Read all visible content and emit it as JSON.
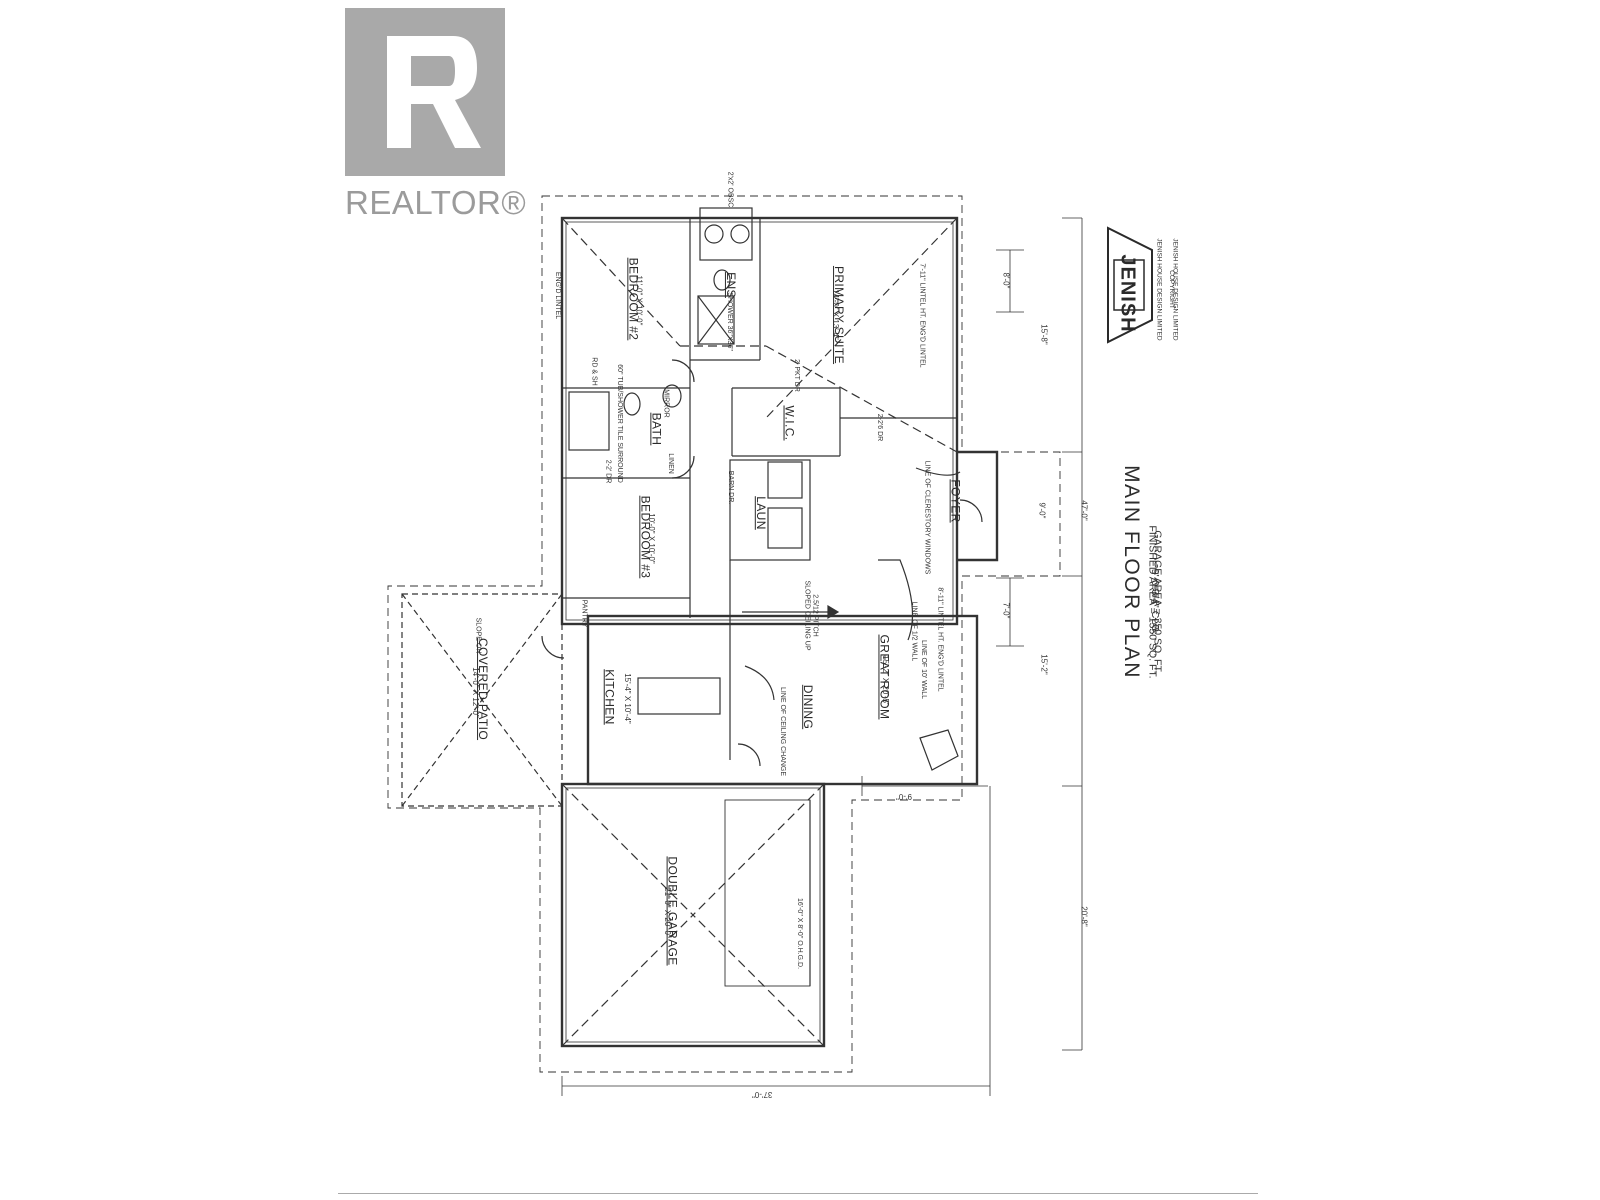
{
  "watermark": {
    "text": "REALTOR®"
  },
  "plan": {
    "title": "MAIN FLOOR PLAN",
    "areas": [
      "FINISHED AREA = 1550 SQ. FT.",
      "GARAGE AREA = 350 SQ. FT.",
      "9'-0-3/4\" CLG."
    ],
    "brand": {
      "name": "JENISH",
      "line1": "JENISH HOUSE DESIGN LIMITED",
      "line2": "COPYRIGHT",
      "line3": "JENISH HOUSE DESIGN LIMITED"
    },
    "rooms": {
      "bedroom2": {
        "name": "BEDROOM #2",
        "size": "11'-0\" X 10'-0\""
      },
      "primary": {
        "name": "PRIMARY SUITE",
        "size": "14'-0\" X 13'-4\""
      },
      "ens": {
        "name": "ENS"
      },
      "bath": {
        "name": "BATH"
      },
      "wic": {
        "name": "W.I.C."
      },
      "laun": {
        "name": "LAUN"
      },
      "foyer": {
        "name": "FOYER"
      },
      "bedroom3": {
        "name": "BEDROOM #3",
        "size": "10'-0\" X 10'-0\""
      },
      "great": {
        "name": "GREAT ROOM",
        "size": "15'-2\" X 20'-5\""
      },
      "dining": {
        "name": "DINING"
      },
      "kitchen": {
        "name": "KITCHEN",
        "size": "15'-4\" X 10'-4\""
      },
      "patio": {
        "name": "COVERED PATIO",
        "size": "14'-0\" X 12'-0\""
      },
      "garage": {
        "name": "DOUBLE GARAGE",
        "size": "21'-0\" X 20'-0\""
      }
    },
    "notes": {
      "slope": "SLOPE ON",
      "pitch": "2.5/12 PITCH",
      "sloped_ceiling": "SLOPED CEILING UP",
      "pantry": "PANTRY",
      "ceiling_change": "LINE OF CEILING CHANGE",
      "clerestory": "LINE OF CLERESTORY WINDOWS",
      "half_wall": "LINE OF 1/2 WALL",
      "tall_wall": "LINE OF 10' WALL",
      "lintel_great": "8'-11\" LINTEL HT. ENG'D LINTEL",
      "lintel_primary": "7'-11\" LINTEL HT. ENG'D LINTEL",
      "garage_door": "16'-0\" X 8'-0\" O.H.G.D.",
      "tub": "60\" TUB/SHOWER TILE SURROUND",
      "linen": "LINEN",
      "mirror": "MIRROR",
      "rd_sh": "RD & SH",
      "dr": "2-2' DR",
      "barn": "BARN DR.",
      "pkt": "2' PKT DR",
      "dbl_closet": "2-2'6 DR",
      "shower": "SHOWER 36\"X36\"",
      "engd": "ENG'D LINTEL",
      "obsc": "2'x2' OBSC"
    },
    "dims": {
      "overall_depth": "47'-0\"",
      "top_seg": "15'-8\"",
      "mid_seg": "9'-0\"",
      "low_seg": "15'-2\"",
      "garage_depth": "20'-8\"",
      "width": "37'-0\"",
      "front_8": "8'-0\"",
      "front_7": "7'-0\"",
      "step_9": "9'-0\""
    }
  }
}
